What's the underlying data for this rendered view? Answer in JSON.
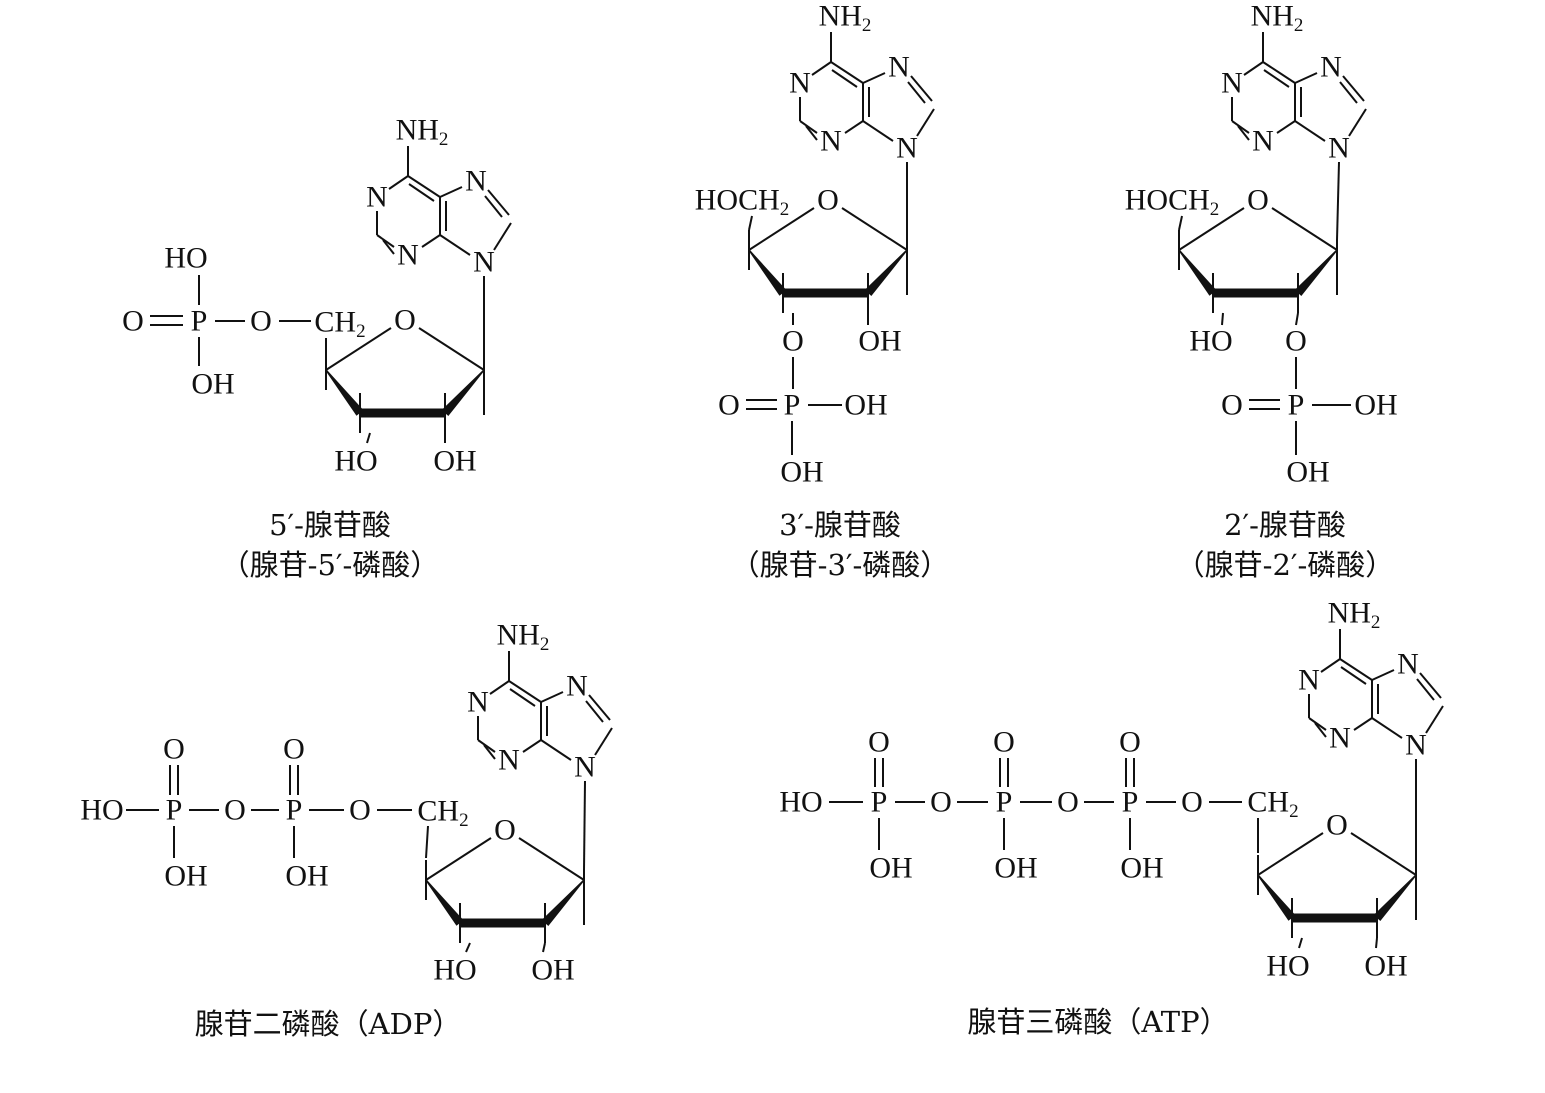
{
  "labels": {
    "N": "N",
    "NH2_main": "NH",
    "NH2_sub": "2",
    "O": "O",
    "HO": "HO",
    "OH": "OH",
    "P": "P",
    "HOCH2_main": "HOCH",
    "HOCH2_sub": "2",
    "CH2_main": "CH",
    "CH2_sub": "2"
  },
  "captions": {
    "amp5_line1": "5′-腺苷酸",
    "amp5_line2": "（腺苷-5′-磷酸）",
    "amp3_line1": "3′-腺苷酸",
    "amp3_line2": "（腺苷-3′-磷酸）",
    "amp2_line1": "2′-腺苷酸",
    "amp2_line2": "（腺苷-2′-磷酸）",
    "adp": "腺苷二磷酸（ADP）",
    "atp": "腺苷三磷酸（ATP）"
  }
}
